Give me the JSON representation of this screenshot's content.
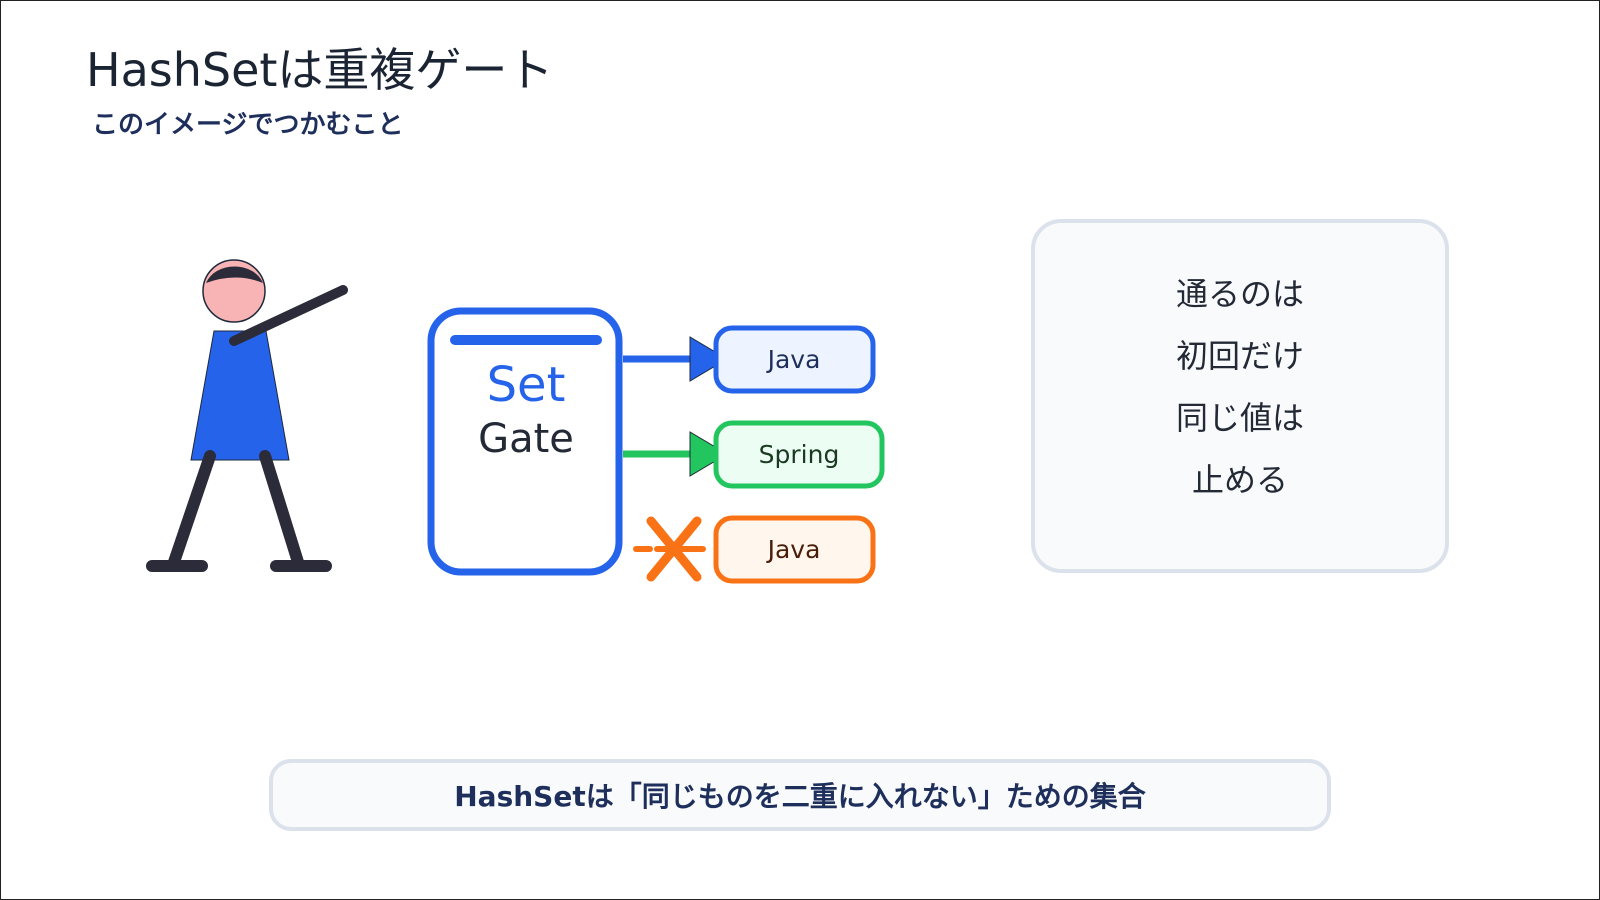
{
  "slide": {
    "title": "HashSetは重複ゲート",
    "subtitle": "このイメージでつかむこと"
  },
  "gate": {
    "label_big": "Set",
    "label_small": "Gate"
  },
  "items": [
    {
      "label": "Java",
      "status": "passed",
      "color": "#2563eb",
      "fill": "#eef4ff"
    },
    {
      "label": "Spring",
      "status": "passed",
      "color": "#22c55e",
      "fill": "#ecfdf3"
    },
    {
      "label": "Java",
      "status": "blocked",
      "color": "#f97316",
      "fill": "#fff7ed"
    }
  ],
  "note": {
    "lines": [
      "通るのは",
      "初回だけ",
      "同じ値は",
      "止める"
    ]
  },
  "summary": {
    "text": "HashSetは「同じものを二重に入れない」ための集合"
  },
  "colors": {
    "gate_blue": "#2563eb",
    "pass_green": "#22c55e",
    "block_orange": "#f97316",
    "figure_body": "#2563eb",
    "figure_head": "#f8b4b4",
    "figure_limbs": "#2b2b3a"
  },
  "icons": {
    "blocked_marker": "x-mark-icon"
  }
}
